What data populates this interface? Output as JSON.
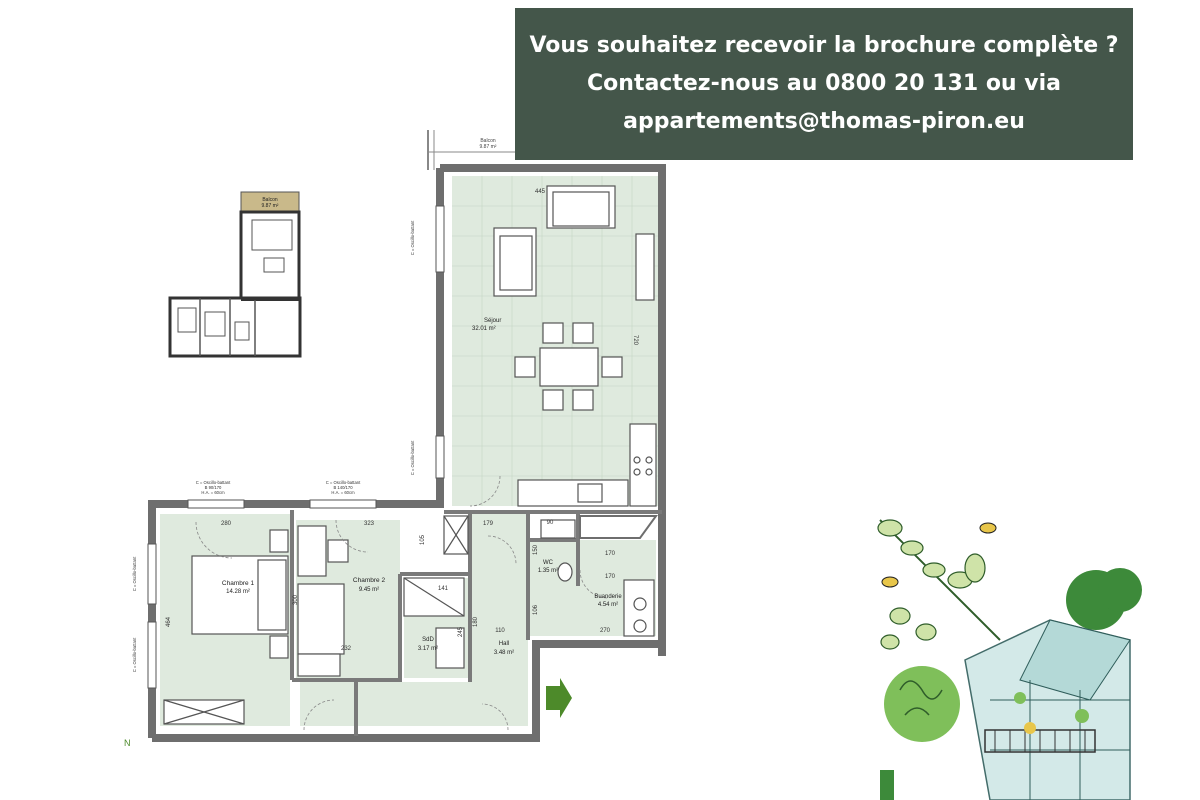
{
  "banner": {
    "line1": "Vous souhaitez recevoir la brochure complète ?",
    "line2": "Contactez-nous au 0800 20 131 ou via",
    "line3": "appartements@thomas-piron.eu"
  },
  "colors": {
    "banner_bg": "#44564a",
    "floor_fill": "#dfeade",
    "wall": "#6e6e6e",
    "door_arrow": "#4d8a2a"
  },
  "plan": {
    "rooms": {
      "sejour": {
        "name": "Séjour",
        "area": "32.01 m²"
      },
      "chambre1": {
        "name": "Chambre 1",
        "area": "14.28 m²"
      },
      "chambre2": {
        "name": "Chambre 2",
        "area": "9.45 m²"
      },
      "sdd": {
        "name": "SdD",
        "area": "3.17 m²"
      },
      "hall": {
        "name": "Hall",
        "area": "3.48 m²"
      },
      "wc": {
        "name": "WC",
        "area": "1.35 m²"
      },
      "buanderie": {
        "name": "Buanderie",
        "area": "4.54 m²"
      },
      "balcon": {
        "name": "Balcon",
        "area": "9.87 m²"
      }
    },
    "dimensions": {
      "d445": "445",
      "d720": "720",
      "d280": "280",
      "d323": "323",
      "d179": "179",
      "d170a": "170",
      "d170b": "170",
      "d270": "270",
      "d141": "141",
      "d232": "232",
      "d464": "464",
      "d300": "300",
      "d110": "110",
      "d150": "150",
      "d245": "245",
      "d180": "180",
      "d90": "90",
      "d106": "106",
      "d105": "105"
    },
    "windows": {
      "w_top1": "C = Oscillo-battant",
      "w_top1b": "B 90/170",
      "w_top1c": "H.A. = 60cm",
      "w_top2": "C = Oscillo-battant",
      "w_top2b": "B 140/170",
      "w_top2c": "H.A. = 60cm",
      "w_left": "C = Oscillo-battant",
      "w_left2": "C = Oscillo-battant",
      "w_sej1": "C = Oscillo-battant",
      "w_sej2": "C = Oscillo-battant"
    },
    "north": "N"
  },
  "keyplan": {
    "balcon": "Balcon",
    "balcon_area": "9.87 m²"
  }
}
